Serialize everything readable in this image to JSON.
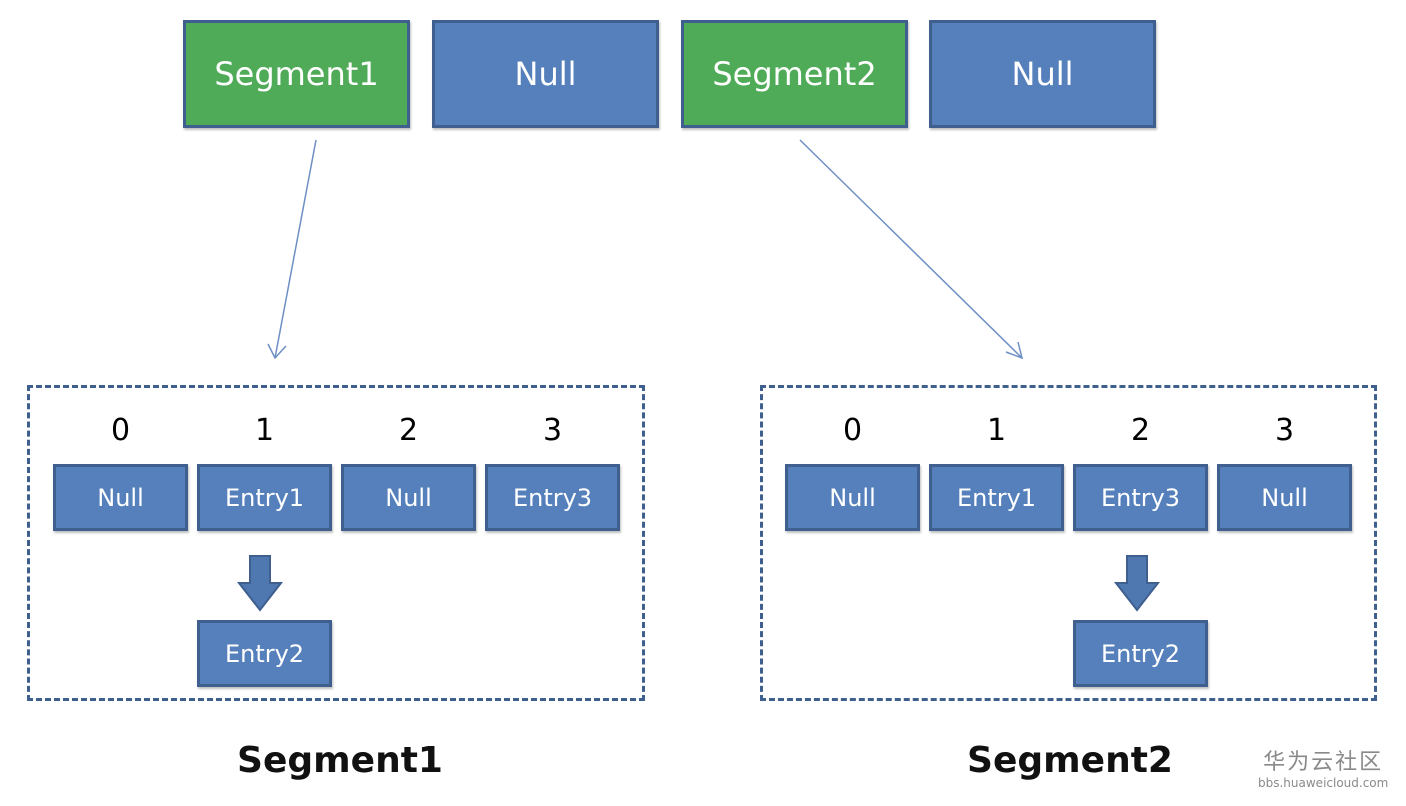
{
  "colors": {
    "segment": "#4fab58",
    "null_slot": "#5580bb",
    "border": "#3f5f8f"
  },
  "top_row": [
    "Segment1",
    "Null",
    "Segment2",
    "Null"
  ],
  "segment1": {
    "indices": [
      "0",
      "1",
      "2",
      "3"
    ],
    "slots": [
      "Null",
      "Entry1",
      "Null",
      "Entry3"
    ],
    "chained": "Entry2",
    "caption": "Segment1"
  },
  "segment2": {
    "indices": [
      "0",
      "1",
      "2",
      "3"
    ],
    "slots": [
      "Null",
      "Entry1",
      "Entry3",
      "Null"
    ],
    "chained": "Entry2",
    "caption": "Segment2"
  },
  "watermark": {
    "title": "华为云社区",
    "url": "bbs.huaweicloud.com"
  }
}
